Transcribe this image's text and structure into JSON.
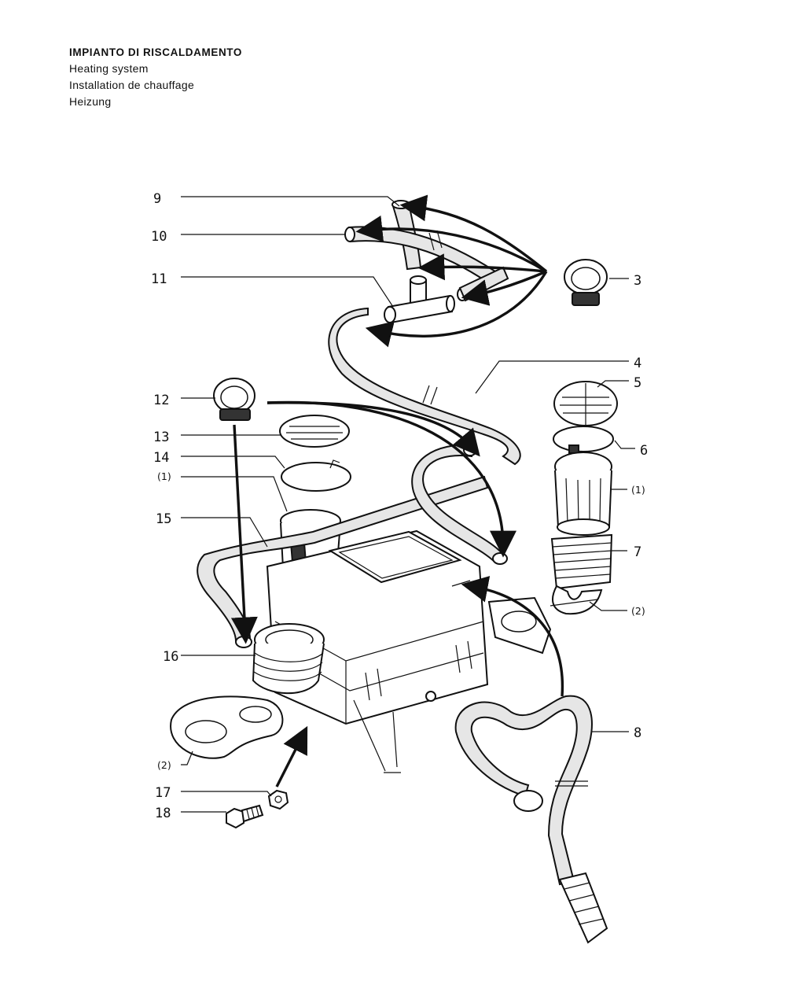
{
  "title": {
    "it": "IMPIANTO DI RISCALDAMENTO",
    "en": "Heating system",
    "fr": "Installation de chauffage",
    "de": "Heizung"
  },
  "callouts": {
    "c3": "3",
    "c4": "4",
    "c5": "5",
    "c6": "6",
    "c7": "7",
    "c8": "8",
    "c9": "9",
    "c10": "10",
    "c11": "11",
    "c12": "12",
    "c13": "13",
    "c14": "14",
    "c15": "15",
    "c16": "16",
    "c17": "17",
    "c18": "18",
    "n1_left": "(1)",
    "n1_right": "(1)",
    "n2_right": "(2)",
    "n2_left": "(2)"
  }
}
